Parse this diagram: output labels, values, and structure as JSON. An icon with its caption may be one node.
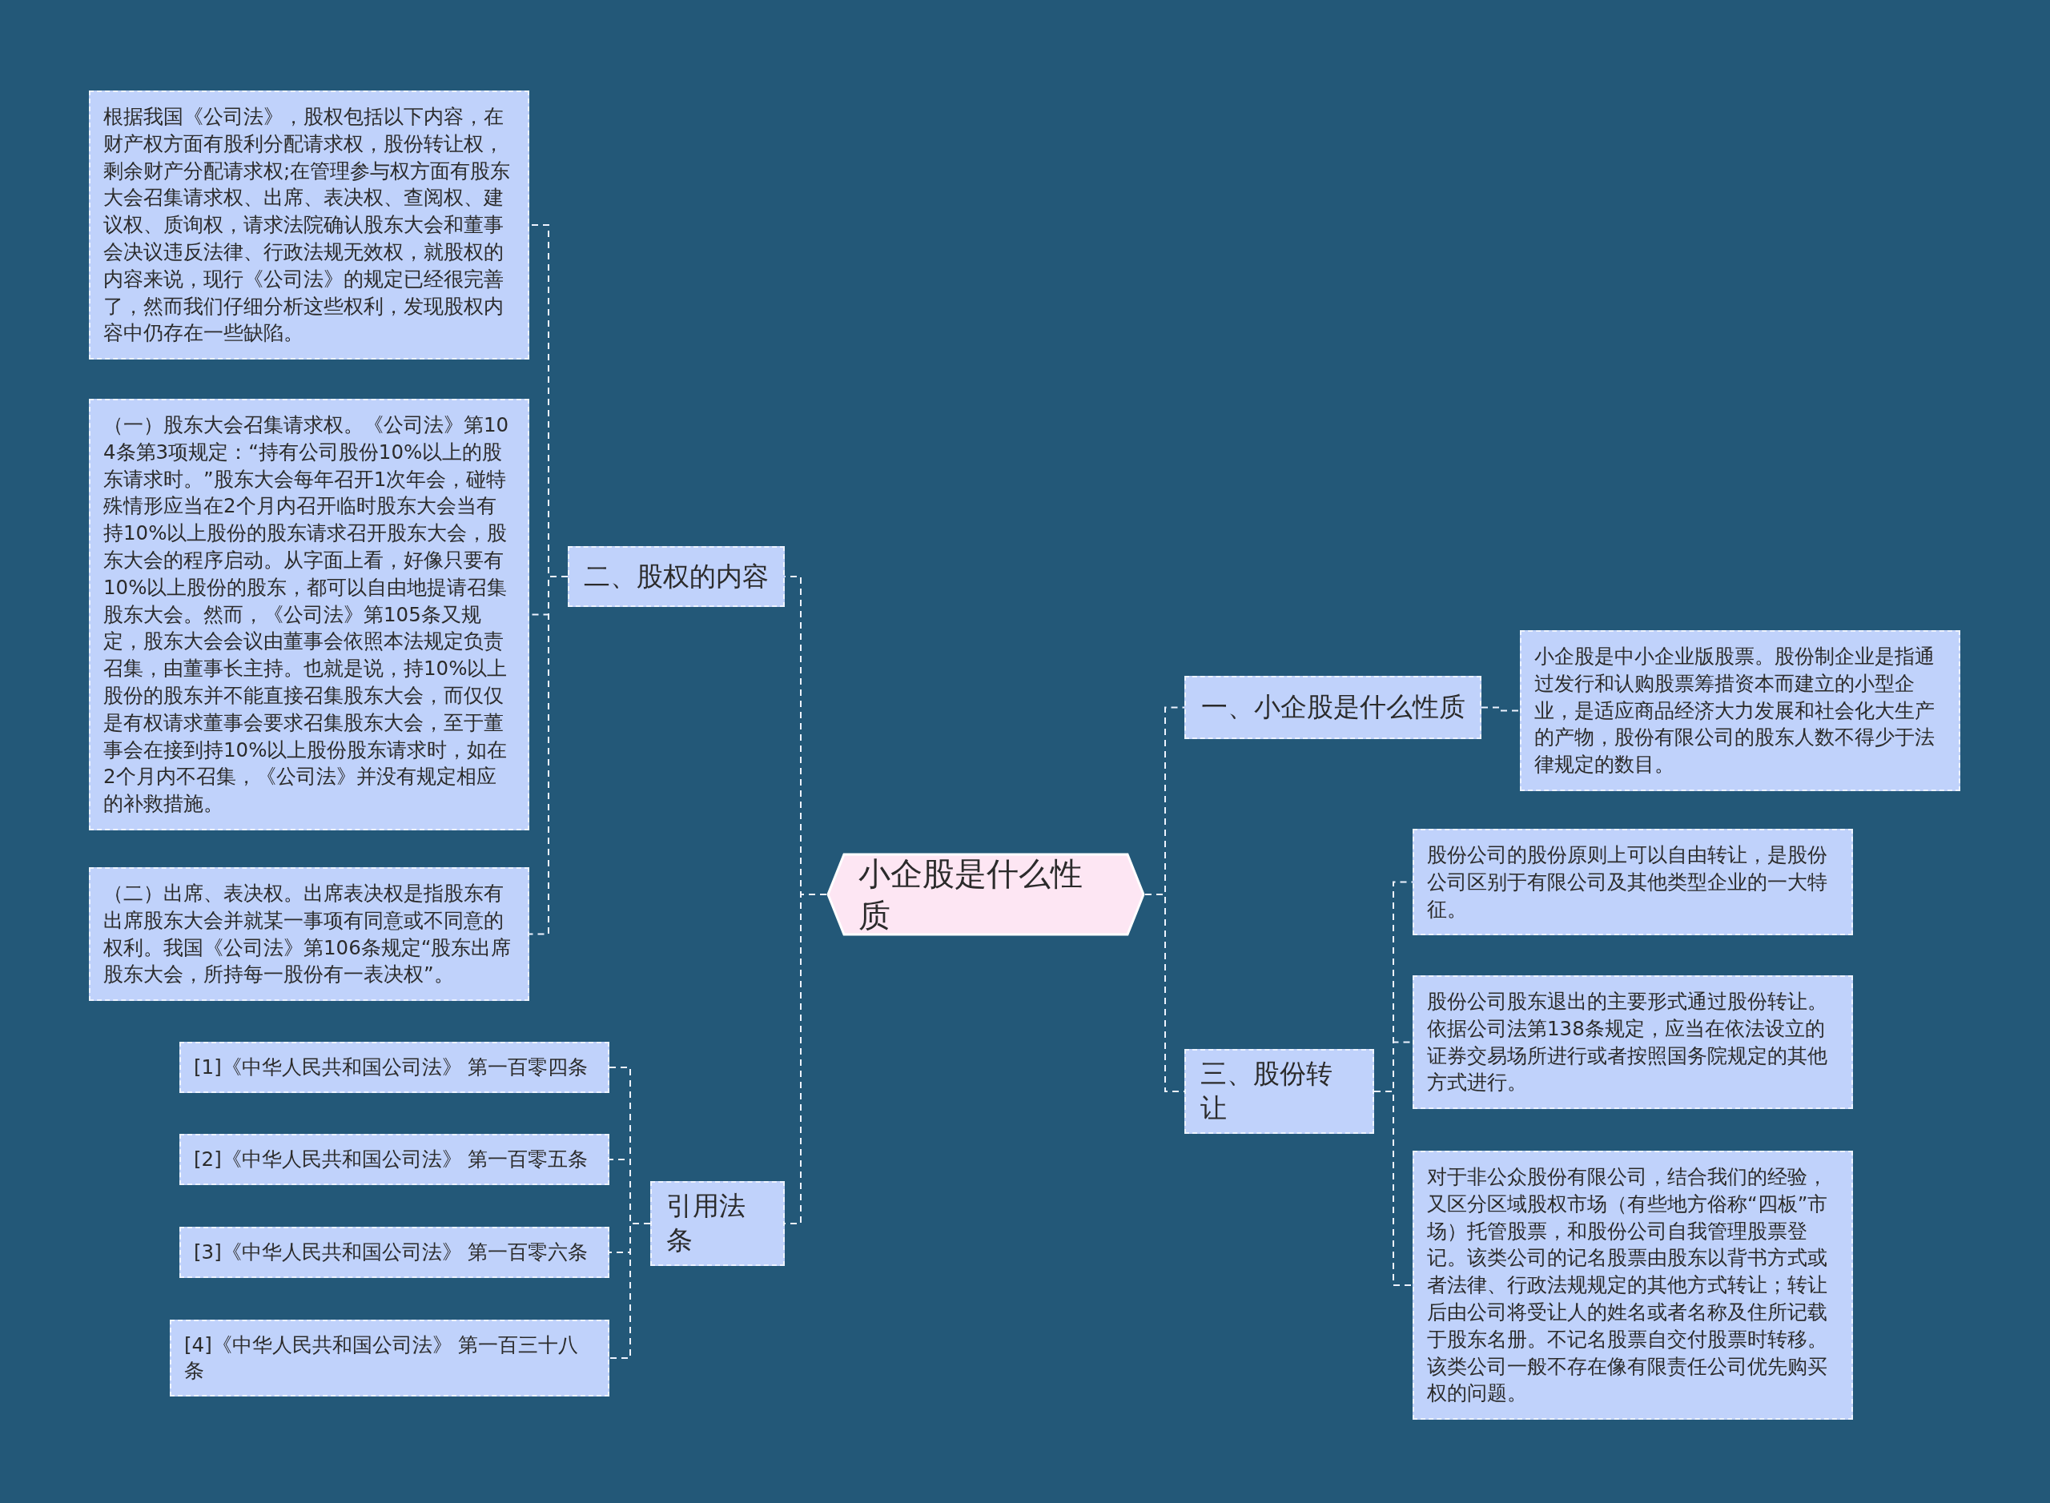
{
  "diagram": {
    "nodes": [
      {
        "text": [
          "小企股是什么性质"
        ]
      },
      {
        "text": [
          "二、股权的内容"
        ]
      },
      {
        "text": [
          "根据我国《公司法》，股权包括以下内容，在财产权方面有股利分配请求权，股份转让权，剩余财产分配请求权;在管理参与权方面有股东大会召集请求权、出席、表决权、查阅权、建议权、质询权，请求法院确认股东大会和董事会决议违反法律、行政法规无效权，就股权的内容来说，现行《公司法》的规定已经很完善了，然而我们仔细分析这些权利，发现股权内容中仍存在一些缺陷。"
        ]
      },
      {
        "text": [
          "（一）股东大会召集请求权。《公司法》第104条第3项规定：“持有公司股份10%以上的股东请求时。”股东大会每年召开1次年会，碰特殊情形应当在2个月内召开临时股东大会当有持10%以上股份的股东请求召开股东大会，股东大会的程序启动。从字面上看，好像只要有10%以上股份的股东，都可以自由地提请召集股东大会。然而，《公司法》第105条又规定，股东大会会议由董事会依照本法规定负责召集，由董事长主持。也就是说，持10%以上股份的股东并不能直接召集股东大会，而仅仅是有权请求董事会要求召集股东大会，至于董事会在接到持10%以上股份股东请求时，如在2个月内不召集，《公司法》并没有规定相应的补救措施。"
        ]
      },
      {
        "text": [
          "（二）出席、表决权。出席表决权是指股东有出席股东大会并就某一事项有同意或不同意的权利。我国《公司法》第106条规定“股东出席股东大会，所持每一股份有一表决权”。"
        ]
      },
      {
        "text": [
          "引用法条"
        ]
      },
      {
        "text": [
          "[1]《中华人民共和国公司法》 第一百零四条"
        ]
      },
      {
        "text": [
          "[2]《中华人民共和国公司法》 第一百零五条"
        ]
      },
      {
        "text": [
          "[3]《中华人民共和国公司法》 第一百零六条"
        ]
      },
      {
        "text": [
          "[4]《中华人民共和国公司法》 第一百三十八条"
        ]
      },
      {
        "text": [
          "一、小企股是什么性质"
        ]
      },
      {
        "text": [
          "小企股是中小企业版股票。股份制企业是指通过发行和认购股票筹措资本而建立的小型企业，是适应商品经济大力发展和社会化大生产的产物，股份有限公司的股东人数不得少于法律规定的数目。"
        ]
      },
      {
        "text": [
          "三、股份转让"
        ]
      },
      {
        "text": [
          "股份公司的股份原则上可以自由转让，是股份公司区别于有限公司及其他类型企业的一大特征。"
        ]
      },
      {
        "text": [
          "股份公司股东退出的主要形式通过股份转让。依据公司法第138条规定，应当在依法设立的证券交易场所进行或者按照国务院规定的其他方式进行。"
        ]
      },
      {
        "text": [
          "对于非公众股份有限公司，结合我们的经验，又区分区域股权市场（有些地方俗称“四板”市场）托管股票，和股份公司自我管理股票登记。该类公司的记名股票由股东以背书方式或者法律、行政法规规定的其他方式转让；转让后由公司将受让人的姓名或者名称及住所记载于股东名册。不记名股票自交付股票时转移。该类公司一般不存在像有限责任公司优先购买权的问题。"
        ]
      }
    ],
    "edges": [
      {
        "from": 0,
        "to": 1,
        "arrow": "none"
      },
      {
        "from": 1,
        "to": 2,
        "arrow": "none"
      },
      {
        "from": 1,
        "to": 3,
        "arrow": "none"
      },
      {
        "from": 1,
        "to": 4,
        "arrow": "none"
      },
      {
        "from": 0,
        "to": 5,
        "arrow": "none"
      },
      {
        "from": 5,
        "to": 6,
        "arrow": "none"
      },
      {
        "from": 5,
        "to": 7,
        "arrow": "none"
      },
      {
        "from": 5,
        "to": 8,
        "arrow": "none"
      },
      {
        "from": 5,
        "to": 9,
        "arrow": "none"
      },
      {
        "from": 0,
        "to": 10,
        "arrow": "none"
      },
      {
        "from": 10,
        "to": 11,
        "arrow": "none"
      },
      {
        "from": 0,
        "to": 12,
        "arrow": "none"
      },
      {
        "from": 12,
        "to": 13,
        "arrow": "none"
      },
      {
        "from": 12,
        "to": 14,
        "arrow": "none"
      },
      {
        "from": 12,
        "to": 15,
        "arrow": "none"
      }
    ]
  }
}
